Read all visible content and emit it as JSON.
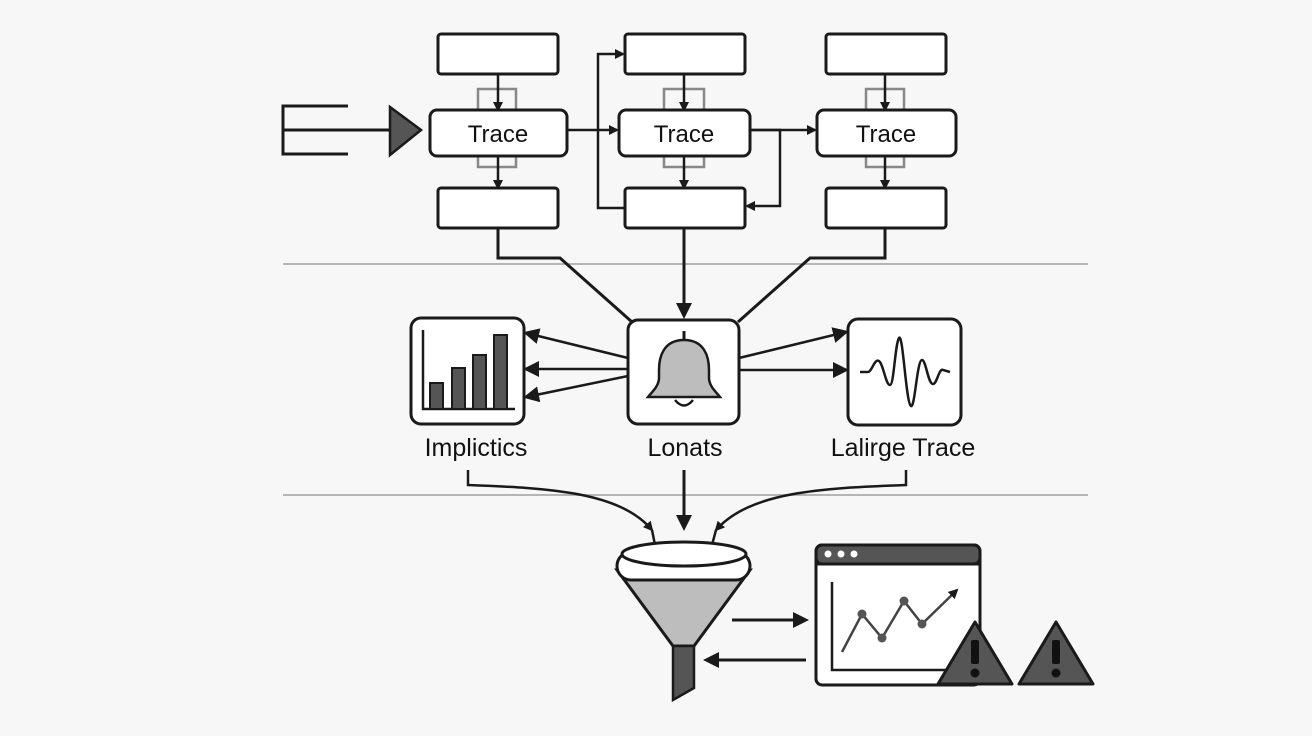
{
  "top_row": {
    "node_labels": [
      "Trace",
      "Trace",
      "Trace"
    ]
  },
  "hub": {
    "left_label": "Implictics",
    "center_label": "Lonats",
    "right_label": "Lalirge Trace"
  },
  "icons": {
    "input": "play-arrow-icon",
    "left": "bar-chart-icon",
    "center": "bell-icon",
    "right": "waveform-icon",
    "funnel": "funnel-icon",
    "window": "line-chart-window-icon",
    "warning": "warning-icon"
  },
  "colors": {
    "stroke": "#1a1a1a",
    "fill_dark": "#555555",
    "fill_mid": "#bdbdbd",
    "separator": "#b5b5b5"
  }
}
